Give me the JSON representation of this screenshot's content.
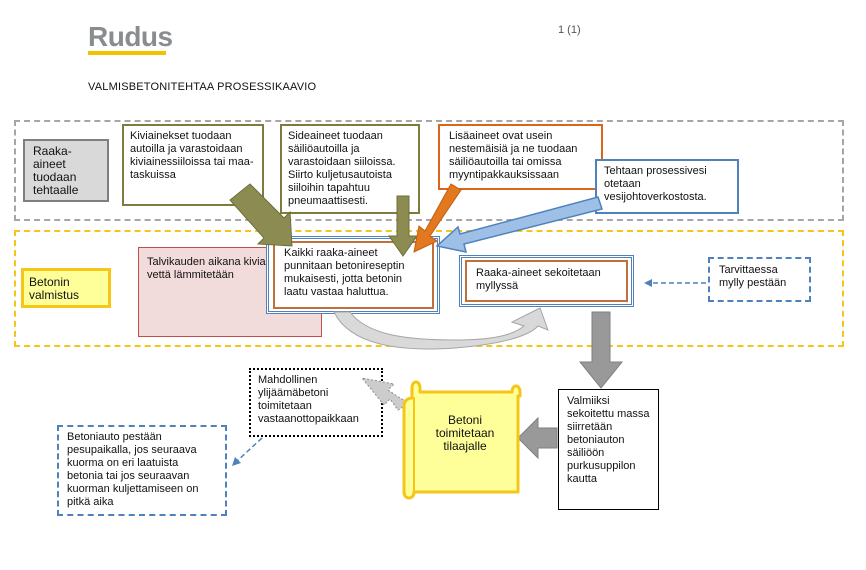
{
  "header": {
    "logo": "Rudus",
    "page_number": "1 (1)",
    "title": "VALMISBETONITEHTAA PROSESSIKAAVIO"
  },
  "lanes": {
    "raw_materials_label": "Raaka-aineet tuodaan tehtaalle",
    "production_label": "Betonin valmistus"
  },
  "steps": {
    "aggregates": "Kiviainekset tuodaan autoilla ja varastoidaan kiviainessiiloissa tai maa-taskuissa",
    "binders": "Sideaineet tuodaan säiliöautoilla ja varastoidaan siiloissa. Siirto kuljetusautoista siiloihin tapahtuu pneumaattisesti.",
    "admixtures": "Lisäaineet ovat usein nestemäisiä ja ne tuodaan säiliöautoilla tai omissa myyntipakkauksissaan",
    "water": "Tehtaan prosessivesi otetaan vesijohtoverkostosta.",
    "winter_heating": "Talvikauden aikana kiviaineksia ja vettä lämmitetään",
    "weighing": "Kaikki raaka-aineet punnitaan betonireseptin mukaisesti, jotta betonin laatu vastaa haluttua.",
    "mixing": "Raaka-aineet sekoitetaan myllyssä",
    "mill_wash": "Tarvittaessa mylly pestään",
    "transfer": "Valmiiksi sekoitettu massa siirretään betoniauton säiliöön purkusuppilon kautta",
    "delivery": "Betoni toimitetaan tilaajalle",
    "leftover": "Mahdollinen ylijäämäbetoni toimitetaan vastaanottopaikkaan",
    "truck_wash": "Betoniauto pestään pesupaikalla, jos seuraava kuorma on eri laatuista betonia tai jos seuraavan kuorman kuljettamiseen on pitkä aika"
  },
  "colors": {
    "logo_gray": "#8a8d8f",
    "logo_yellow": "#f2c200",
    "lane_gray": "#a6a6a6",
    "lane_yellow": "#f5c518",
    "olive": "#7f7a3e",
    "orange": "#d9661a",
    "blue": "#4f81bd",
    "pink_fill": "#f2dcdb",
    "pink_border": "#c0504d",
    "scroll_fill": "#ffff99"
  }
}
